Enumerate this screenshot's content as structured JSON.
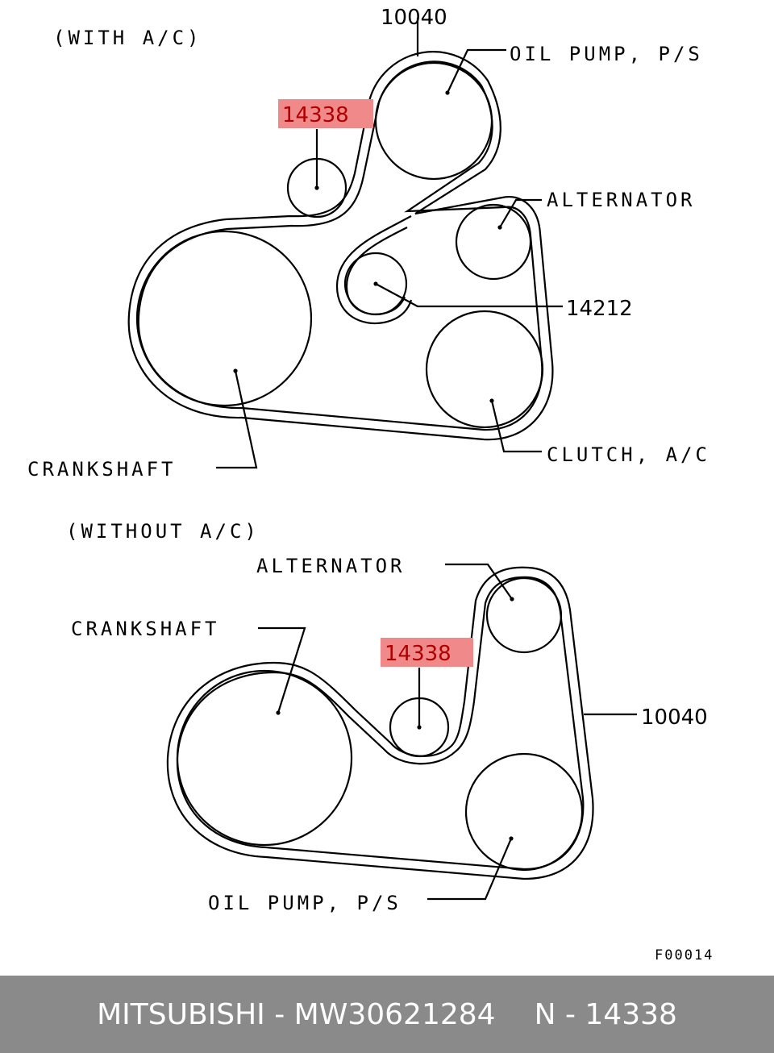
{
  "top_diagram": {
    "heading": "(WITH A/C)",
    "belt_part": "10040",
    "tensioner_part": "14338",
    "idler_part": "14212",
    "labels": {
      "oil_pump": "OIL PUMP, P/S",
      "alternator": "ALTERNATOR",
      "clutch": "CLUTCH, A/C",
      "crankshaft": "CRANKSHAFT"
    }
  },
  "bottom_diagram": {
    "heading": "(WITHOUT A/C)",
    "belt_part": "10040",
    "tensioner_part": "14338",
    "labels": {
      "alternator": "ALTERNATOR",
      "crankshaft": "CRANKSHAFT",
      "oil_pump": "OIL PUMP, P/S"
    }
  },
  "figure_code": "F00014",
  "highlight_color": "#f08a8a",
  "footer": {
    "brand_part": "MITSUBISHI - MW30621284",
    "catalog_ref": "N - 14338"
  }
}
